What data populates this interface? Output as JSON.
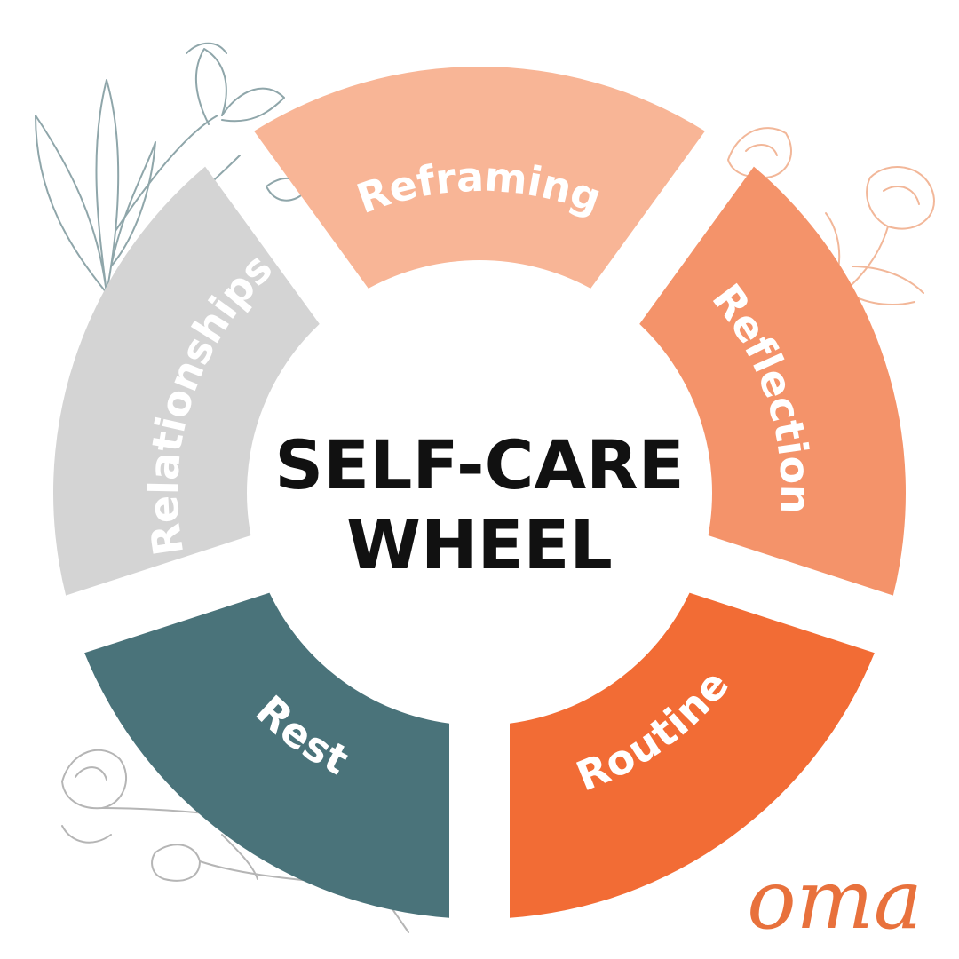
{
  "title": {
    "line1": "SELF-CARE",
    "line2": "WHEEL"
  },
  "segments": [
    {
      "label": "Reframing",
      "color": "#f8b596"
    },
    {
      "label": "Reflection",
      "color": "#f4936a"
    },
    {
      "label": "Routine",
      "color": "#f26c35"
    },
    {
      "label": "Rest",
      "color": "#4a737a"
    },
    {
      "label": "Relationships",
      "color": "#d4d4d4"
    }
  ],
  "logo": "oma",
  "colors": {
    "deco_teal": "#8fa6aa",
    "deco_peach": "#f2b799",
    "deco_grey": "#b5b5b5",
    "title_text": "#111111"
  }
}
